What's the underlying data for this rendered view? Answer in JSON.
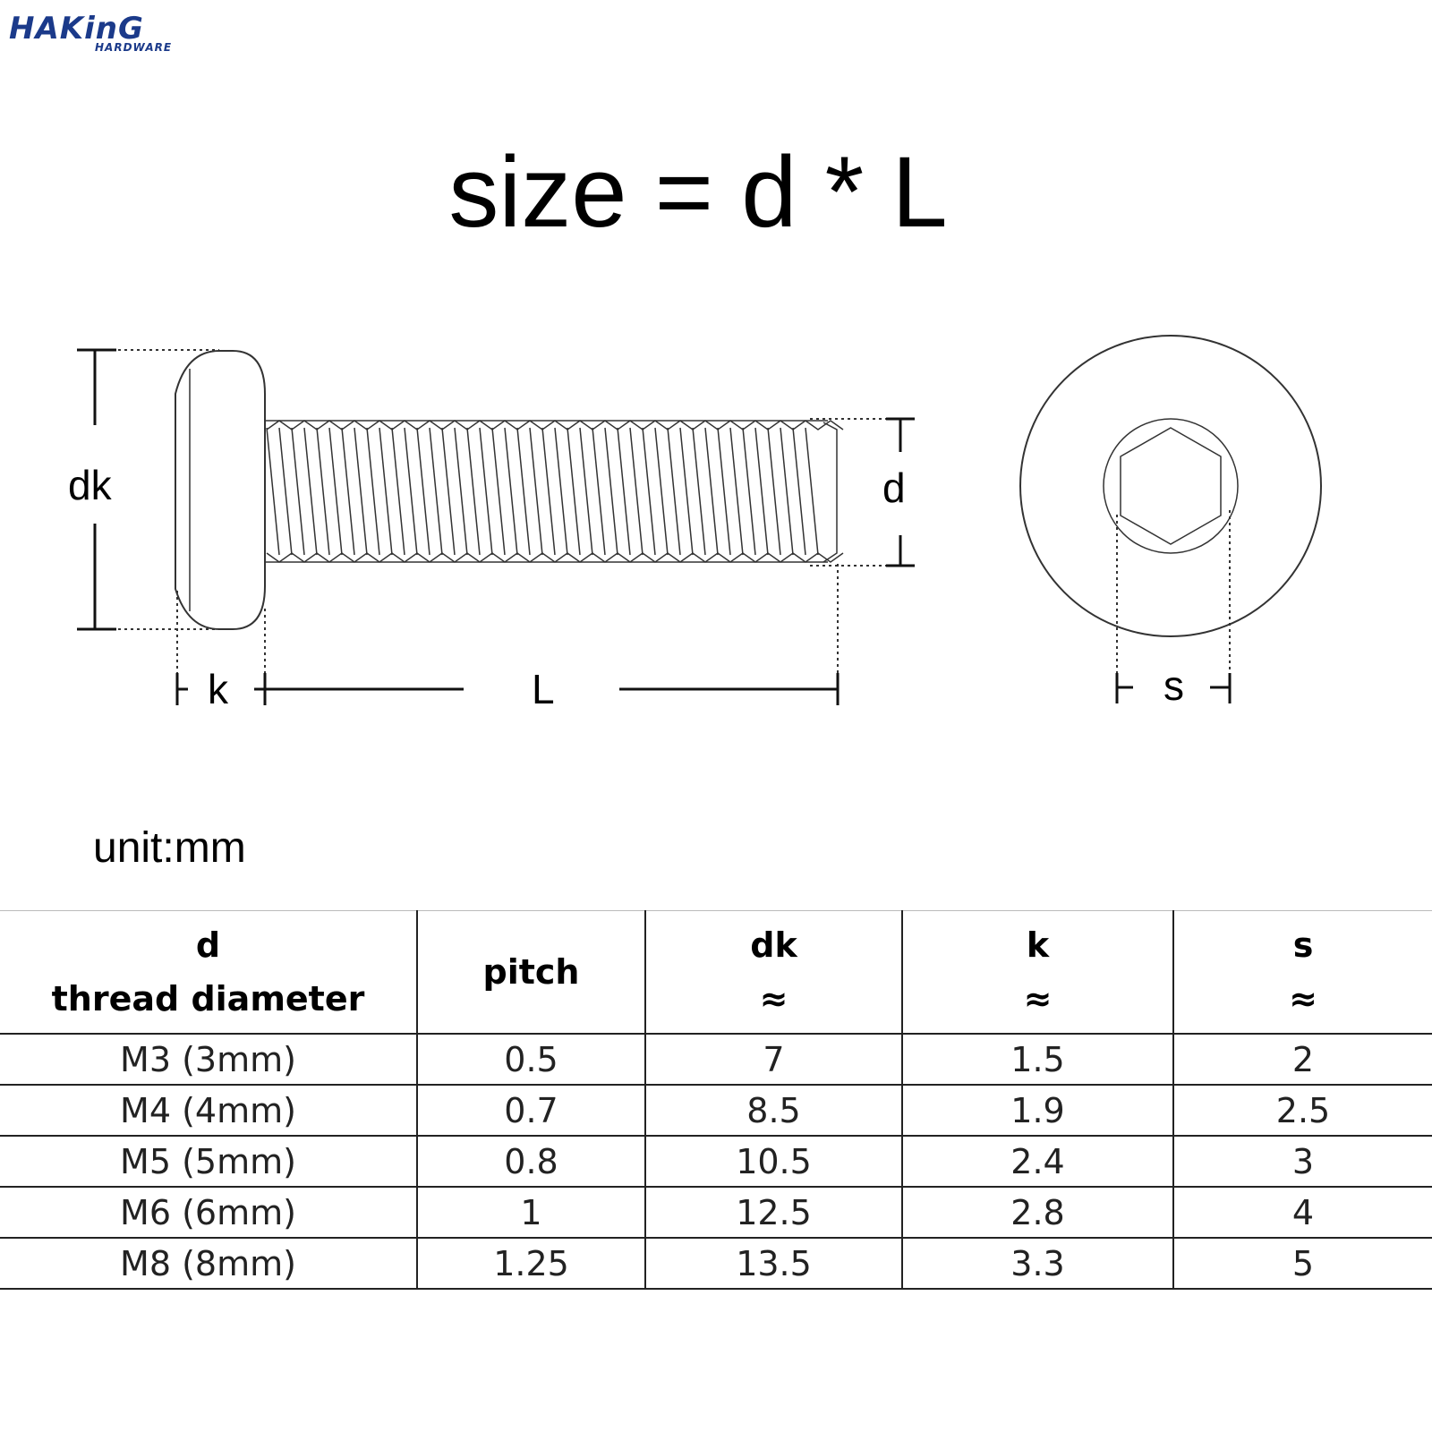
{
  "brand": {
    "name": "HAKinG",
    "tagline": "HARDWARE",
    "color": "#1b3a8a"
  },
  "formula": "size = d * L",
  "diagram": {
    "labels": {
      "dk": "dk",
      "d": "d",
      "k": "k",
      "L": "L",
      "s": "s"
    }
  },
  "unit_label": "unit:mm",
  "table": {
    "headers": [
      {
        "line1": "d",
        "line2": "thread diameter"
      },
      {
        "line1": "pitch",
        "line2": ""
      },
      {
        "line1": "dk",
        "line2": "≈"
      },
      {
        "line1": "k",
        "line2": "≈"
      },
      {
        "line1": "s",
        "line2": "≈"
      }
    ],
    "rows": [
      [
        "M3 (3mm)",
        "0.5",
        "7",
        "1.5",
        "2"
      ],
      [
        "M4 (4mm)",
        "0.7",
        "8.5",
        "1.9",
        "2.5"
      ],
      [
        "M5 (5mm)",
        "0.8",
        "10.5",
        "2.4",
        "3"
      ],
      [
        "M6 (6mm)",
        "1",
        "12.5",
        "2.8",
        "4"
      ],
      [
        "M8 (8mm)",
        "1.25",
        "13.5",
        "3.3",
        "5"
      ]
    ]
  }
}
